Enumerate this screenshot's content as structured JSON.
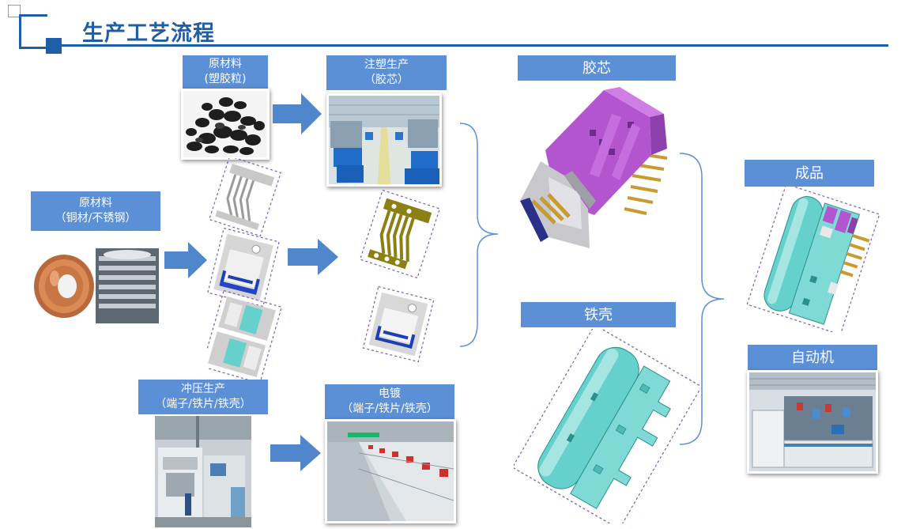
{
  "title": "生产工艺流程",
  "steps": {
    "raw_plastic": {
      "line1": "原材料",
      "line2": "(塑胶粒)"
    },
    "injection": {
      "line1": "注塑生产",
      "line2": "（胶芯）"
    },
    "raw_metal": {
      "line1": "原材料",
      "line2": "（铜材/不锈钢）"
    },
    "stamping": {
      "line1": "冲压生产",
      "line2": "（端子/铁片/铁壳）"
    },
    "plating": {
      "line1": "电镀",
      "line2": "（端子/铁片/铁壳）"
    },
    "core": {
      "label": "胶芯"
    },
    "shell": {
      "label": "铁壳"
    },
    "product": {
      "label": "成品"
    },
    "automation": {
      "label": "自动机"
    }
  },
  "colors": {
    "brand_blue": "#1f5fa8",
    "label_blue": "#5b8fd6",
    "arrow_blue": "#4f86cc",
    "connector_magenta": "#b455d0",
    "shell_teal": "#66d0cc",
    "dash_purple": "#7a5bb6"
  }
}
